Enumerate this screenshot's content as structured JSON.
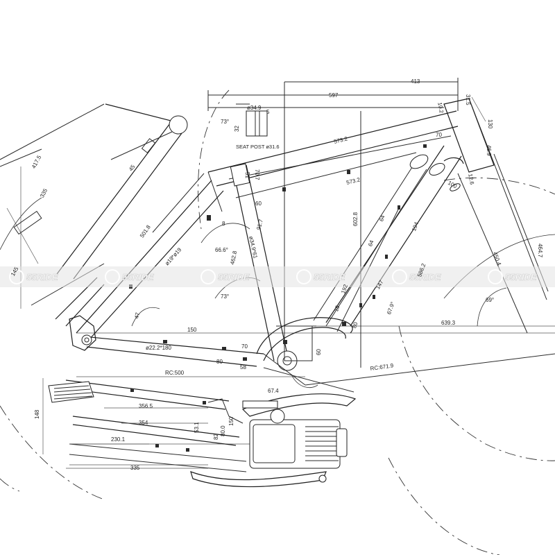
{
  "watermark": {
    "text": "55RIDE",
    "count": 6
  },
  "seat_post_note": "SEAT POST ø31.6",
  "seat_post_dims": {
    "diameter": "ø34.9",
    "d5": "5",
    "d32": "32",
    "angle": "73°"
  },
  "dims": {
    "d413": "413",
    "d597": "597",
    "d31_5": "31.5",
    "d10_2": "10.2",
    "d130": "130",
    "d573_2a": "573.2",
    "d573_2b": "573.2",
    "d70a": "70",
    "d46_9": "46.9",
    "d100": "100",
    "d12_6": "12.6",
    "d51": "51",
    "d70_7": "70.7",
    "d60a": "60",
    "d91_7": "91.7",
    "d602_8": "602.8",
    "d64a": "64",
    "d64b": "64",
    "d194": "194",
    "d464_7": "464.7",
    "d450_4": "450.4",
    "d417_5": "417.5",
    "d335a": "335",
    "d45": "45",
    "d501_8": "501.8",
    "d66_6": "66.6°",
    "d419": "ø19*ø19",
    "d462_8": "462.8",
    "d8": "8",
    "d34_9x61": "ø34.9*61",
    "d145": "145",
    "d47": "47",
    "d73": "73°",
    "d192": "192",
    "d147": "147",
    "d586_2": "586.2",
    "d15": "15",
    "d80": "80",
    "d67_9": "67.9°",
    "d69": "69°",
    "d639_3": "639.3",
    "d150": "150",
    "d22_2": "ø22.2*180",
    "d70b": "70",
    "d80b": "80",
    "d58": "58",
    "d60b": "60",
    "rc500": "RC:500",
    "rc671": "RC:671.9",
    "d67_4": "67.4",
    "d148": "148",
    "d356_5": "356.5",
    "d354": "354",
    "d230_1": "230.1",
    "d335b": "335",
    "d53_1": "53.1",
    "d82": "82",
    "d80c": "80.0",
    "d150b": "150"
  }
}
